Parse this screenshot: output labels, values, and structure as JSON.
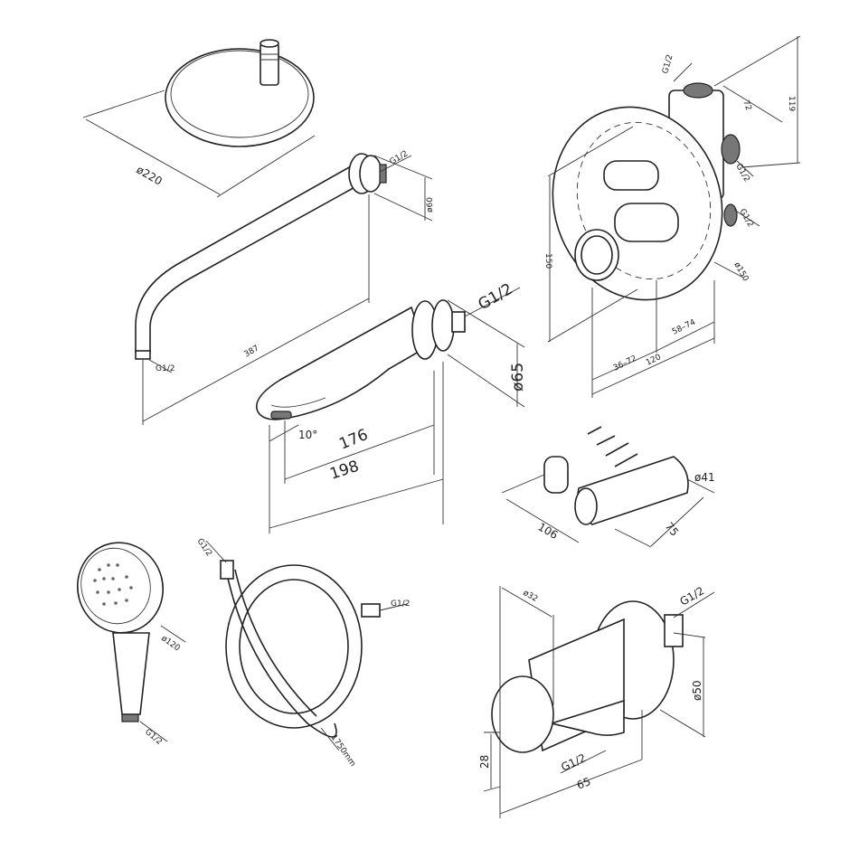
{
  "showerhead": {
    "diameter": "ø220"
  },
  "shower_arm": {
    "thread_top": "G1/2",
    "flange": "ø60",
    "length": "387",
    "thread_end": "G1/2"
  },
  "spout": {
    "thread": "G1/2",
    "flange": "ø65",
    "angle": "10°",
    "length_inner": "176",
    "length_total": "198"
  },
  "mixer": {
    "thread_top": "G1/2",
    "depth_top": "72",
    "height": "119",
    "thread_mid": "G1/2",
    "thread_low": "G1/2",
    "plate_height": "150",
    "plate_diameter": "ø150",
    "range_left": "36–72",
    "total": "120",
    "range_right": "58–74"
  },
  "holder": {
    "diameter": "ø41",
    "width": "106",
    "depth": "75"
  },
  "hand_shower": {
    "diameter": "ø120",
    "thread": "G1/2"
  },
  "hose": {
    "thread_a": "G1/2",
    "thread_b": "G1/2",
    "length": "1750mm"
  },
  "wall_outlet": {
    "diameter_holder": "ø32",
    "thread_back": "G1/2",
    "flange": "ø50",
    "height": "28",
    "thread_bottom": "G1/2",
    "depth": "65"
  }
}
